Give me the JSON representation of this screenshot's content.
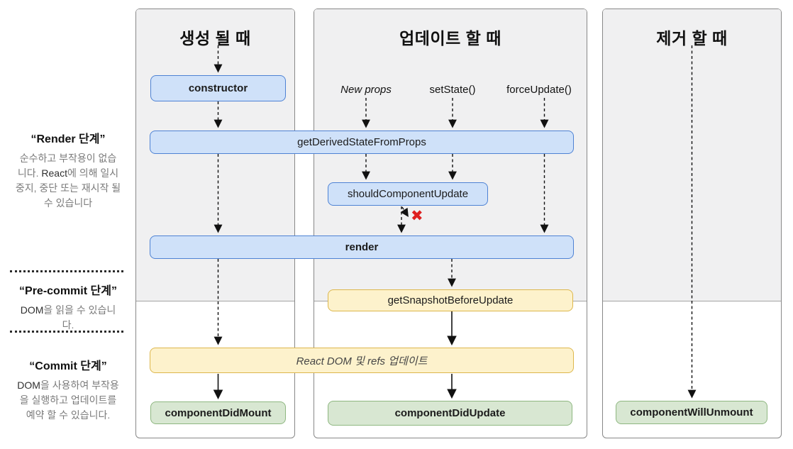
{
  "sidebar": {
    "phases": [
      {
        "title": "“Render 단계”",
        "desc": "순수하고 부작용이 없습\n니다. React에 의해 일시\n중지, 중단 또는 재시작 될\n수 있습니다"
      },
      {
        "title": "“Pre-commit 단계”",
        "desc": "DOM을 읽을 수 있습니\n다."
      },
      {
        "title": "“Commit 단계”",
        "desc": "DOM을 사용하여 부작용\n을 실행하고 업데이트를\n예약 할 수 있습니다."
      }
    ]
  },
  "columns": [
    {
      "header": "생성 될 때"
    },
    {
      "header": "업데이트 할 때"
    },
    {
      "header": "제거 할 때"
    }
  ],
  "triggers": {
    "new_props": "New props",
    "set_state": "setState()",
    "force_update": "forceUpdate()"
  },
  "boxes": {
    "constructor": "constructor",
    "get_derived_state_from_props": "getDerivedStateFromProps",
    "should_component_update": "shouldComponentUpdate",
    "render": "render",
    "get_snapshot_before_update": "getSnapshotBeforeUpdate",
    "react_dom_refs_update": "React DOM 및 refs 업데이트",
    "component_did_mount": "componentDidMount",
    "component_did_update": "componentDidUpdate",
    "component_will_unmount": "componentWillUnmount"
  },
  "icons": {
    "cancel_x": "✖"
  },
  "colors": {
    "blue_fill": "#cfe1f9",
    "blue_border": "#4e82d4",
    "yellow_fill": "#fdf2cc",
    "yellow_border": "#ddb74c",
    "green_fill": "#d8e7d2",
    "green_border": "#8eb780",
    "phase_band": "#f0f0f1",
    "cancel_x": "#de1f1f"
  }
}
